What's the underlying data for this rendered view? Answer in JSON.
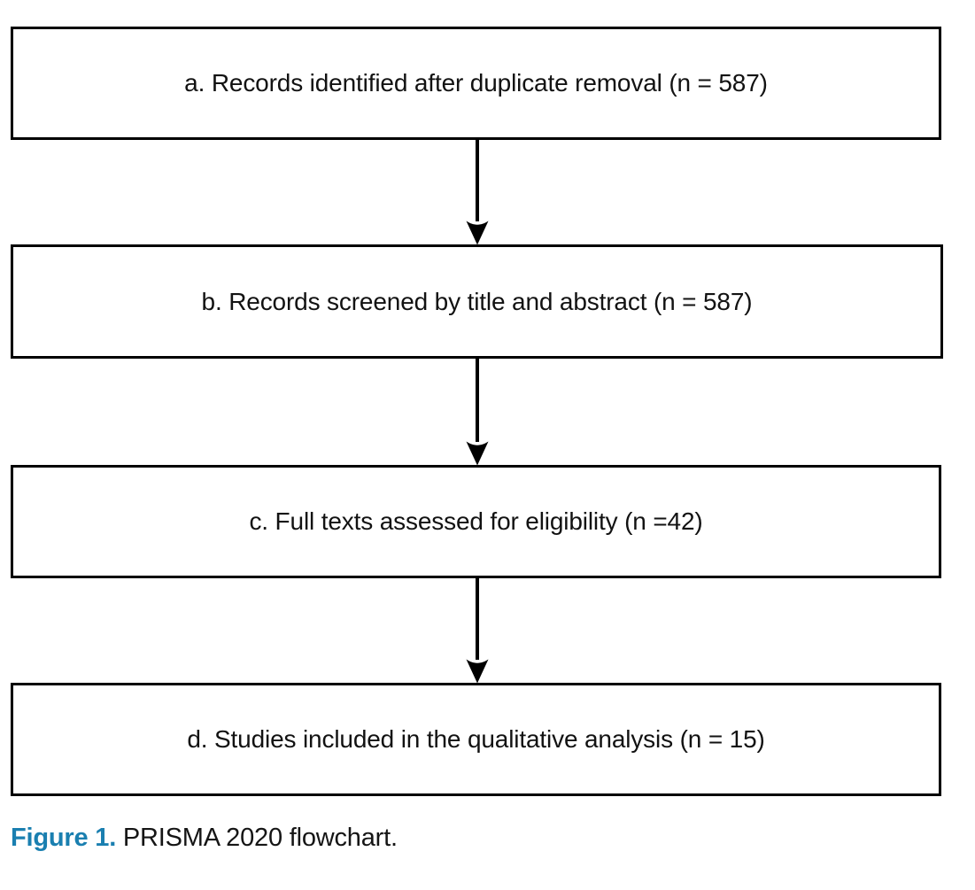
{
  "figure": {
    "caption_label": "Figure 1.",
    "caption_text": "PRISMA 2020 flowchart.",
    "caption_label_color": "#1a7fb0",
    "caption_text_color": "#151515"
  },
  "chart_data": {
    "type": "diagram",
    "diagram_kind": "prisma-flowchart",
    "title": "PRISMA 2020 flowchart",
    "orientation": "vertical",
    "node_shape": "rectangle",
    "node_border_color": "#000000",
    "node_fill_color": "#ffffff",
    "edge_style": "straight-arrow-down",
    "edge_color": "#000000",
    "nodes": [
      {
        "id": "a",
        "label": "a. Records identified after duplicate removal (n = 587)",
        "stage": "identification",
        "count": 587
      },
      {
        "id": "b",
        "label": "b. Records screened by title and abstract (n = 587)",
        "stage": "screening",
        "count": 587
      },
      {
        "id": "c",
        "label": "c. Full texts assessed for eligibility (n =42)",
        "stage": "eligibility",
        "count": 42
      },
      {
        "id": "d",
        "label": "d. Studies included in the qualitative analysis (n = 15)",
        "stage": "included",
        "count": 15
      }
    ],
    "edges": [
      {
        "from": "a",
        "to": "b"
      },
      {
        "from": "b",
        "to": "c"
      },
      {
        "from": "c",
        "to": "d"
      }
    ]
  }
}
